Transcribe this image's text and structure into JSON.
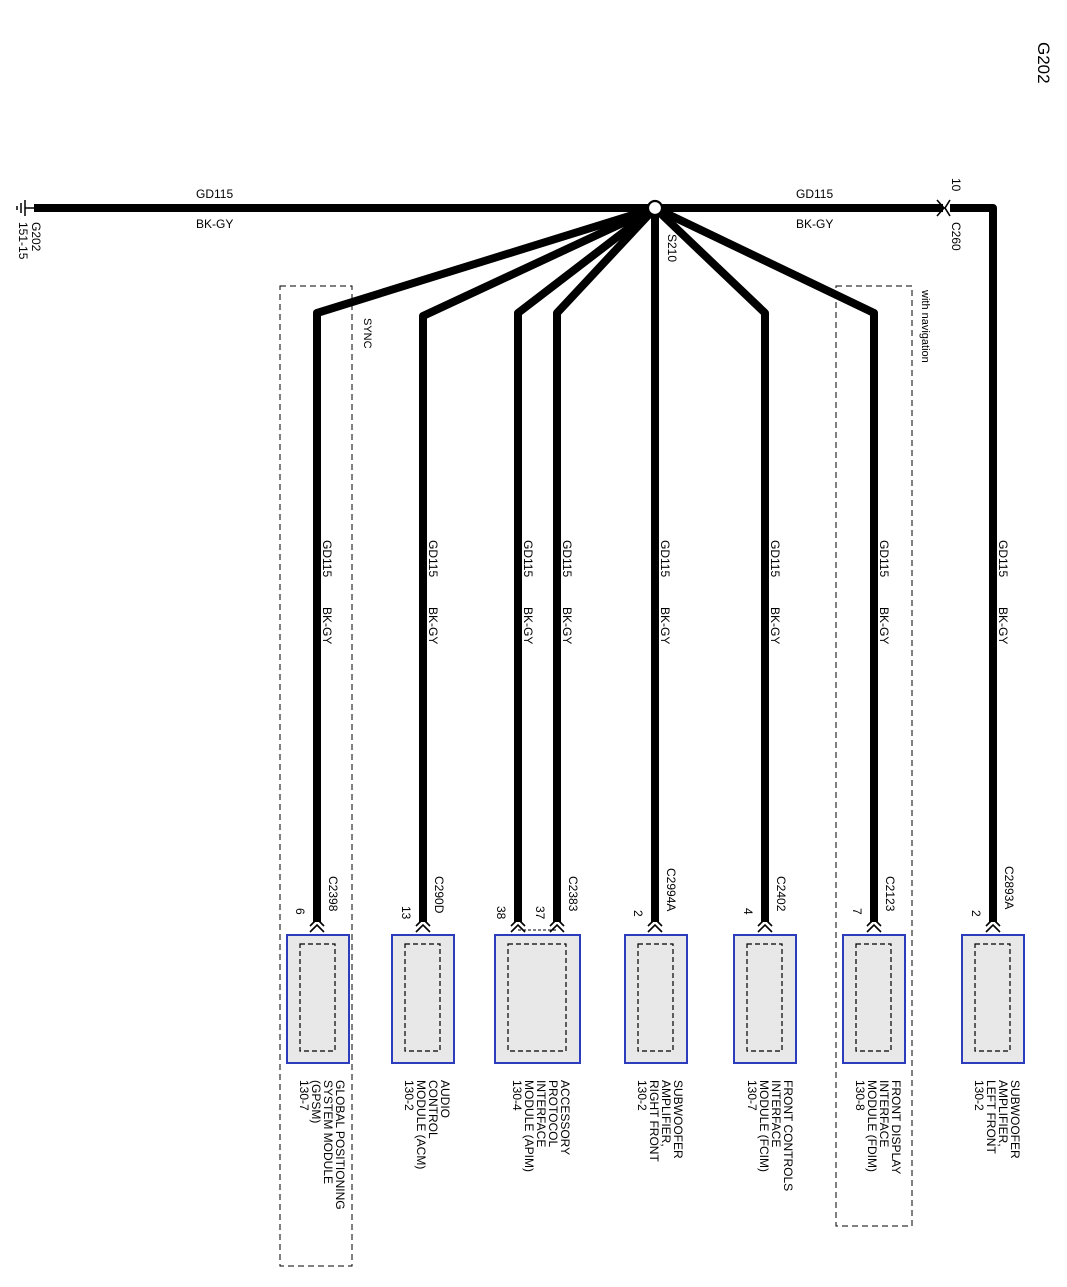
{
  "page_title": "G202",
  "ground": {
    "id": "G202",
    "page_ref": "151-15"
  },
  "splice": {
    "id": "S210"
  },
  "inline_connector": {
    "id": "C260",
    "pin": "10"
  },
  "trunk_left": {
    "circuit": "GD115",
    "color": "BK-GY"
  },
  "trunk_right": {
    "circuit": "GD115",
    "color": "BK-GY"
  },
  "options": {
    "sync": "SYNC",
    "navigation": "with navigation"
  },
  "branches": [
    {
      "circuit": "GD115",
      "color": "BK-GY",
      "connector": "C2398",
      "pin": "6"
    },
    {
      "circuit": "GD115",
      "color": "BK-GY",
      "connector": "C290D",
      "pin": "13"
    },
    {
      "circuit": "GD115",
      "color": "BK-GY",
      "pin": "38"
    },
    {
      "circuit": "GD115",
      "color": "BK-GY",
      "connector": "C2383",
      "pin": "37"
    },
    {
      "circuit": "GD115",
      "color": "BK-GY",
      "connector": "C2994A",
      "pin": "2"
    },
    {
      "circuit": "GD115",
      "color": "BK-GY",
      "connector": "C2402",
      "pin": "4"
    },
    {
      "circuit": "GD115",
      "color": "BK-GY",
      "connector": "C2123",
      "pin": "7"
    },
    {
      "circuit": "GD115",
      "color": "BK-GY",
      "connector": "C2893A",
      "pin": "2"
    }
  ],
  "modules": [
    {
      "lines": [
        "GLOBAL POSITIONING",
        "SYSTEM MODULE",
        "(GPSM)",
        "130-7"
      ]
    },
    {
      "lines": [
        "AUDIO",
        "CONTROL",
        "MODULE (ACM)",
        "130-2"
      ]
    },
    {
      "lines": [
        "ACCESSORY",
        "PROTOCOL",
        "INTERFACE",
        "MODULE (APIM)",
        "130-4"
      ]
    },
    {
      "lines": [
        "SUBWOOFER",
        "AMPLIFIER,",
        "RIGHT FRONT",
        "130-2"
      ]
    },
    {
      "lines": [
        "FRONT CONTROLS",
        "INTERFACE",
        "MODULE (FCIM)",
        "130-7"
      ]
    },
    {
      "lines": [
        "FRONT DISPLAY",
        "INTERFACE",
        "MODULE (FDIM)",
        "130-8"
      ]
    },
    {
      "lines": [
        "SUBWOOFER",
        "AMPLIFIER,",
        "LEFT FRONT",
        "130-2"
      ]
    }
  ]
}
